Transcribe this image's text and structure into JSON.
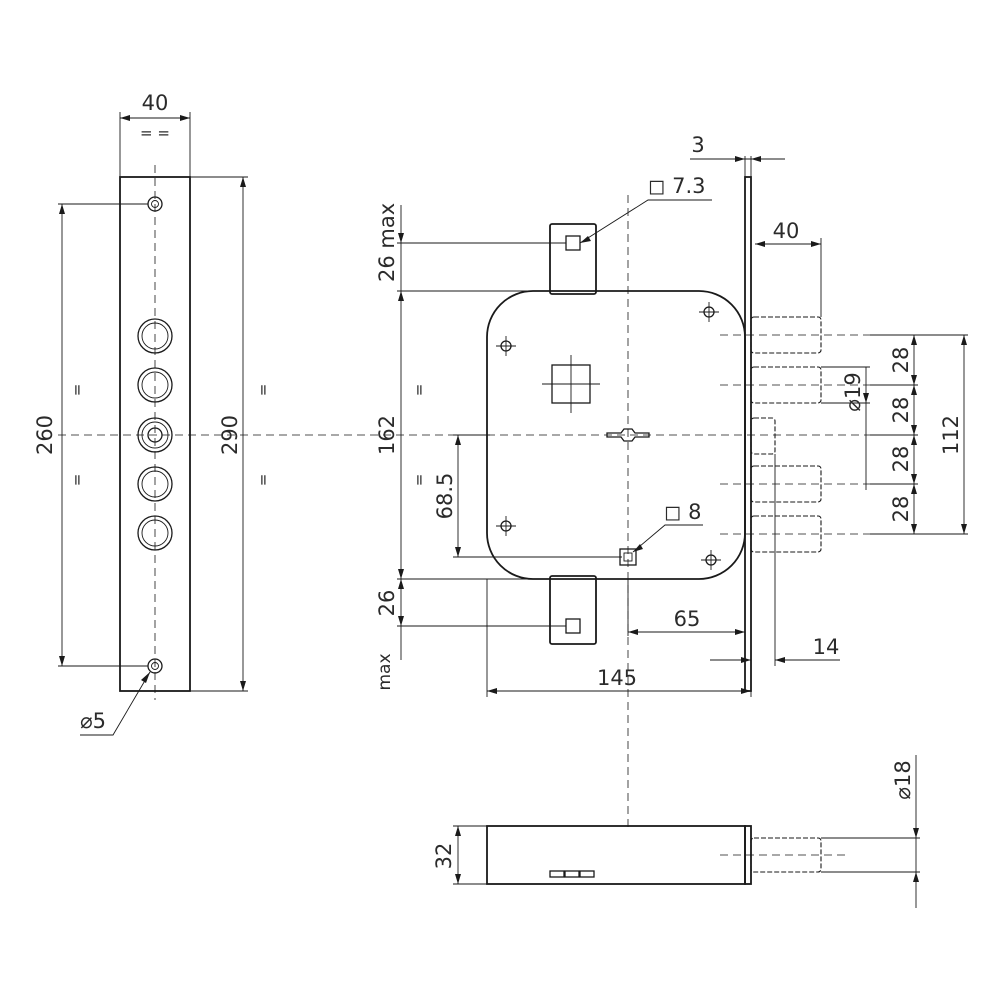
{
  "drawing": {
    "faceplate": {
      "width": "40",
      "half_marks": "= =",
      "hole_spacing": "260",
      "length": "290",
      "hole_diameter": "⌀5",
      "equal_mark": "="
    },
    "lock_body": {
      "top_strike": "26 max",
      "bottom_strike": "26",
      "bottom_max": "max",
      "height": "162",
      "backset_vertical": "68.5",
      "spindle_square": "◻ 7.3",
      "cylinder_square": "◻ 8",
      "depth": "145",
      "backset": "65",
      "plate_thickness": "3",
      "bolt_throw": "40",
      "bolt_diameter": "⌀19",
      "bolt_spacing": [
        "28",
        "28",
        "28",
        "28"
      ],
      "bolt_total": "112",
      "latch_offset": "14",
      "equal_mark": "="
    },
    "bottom_view": {
      "thickness": "32",
      "bolt_diameter": "⌀18"
    }
  }
}
